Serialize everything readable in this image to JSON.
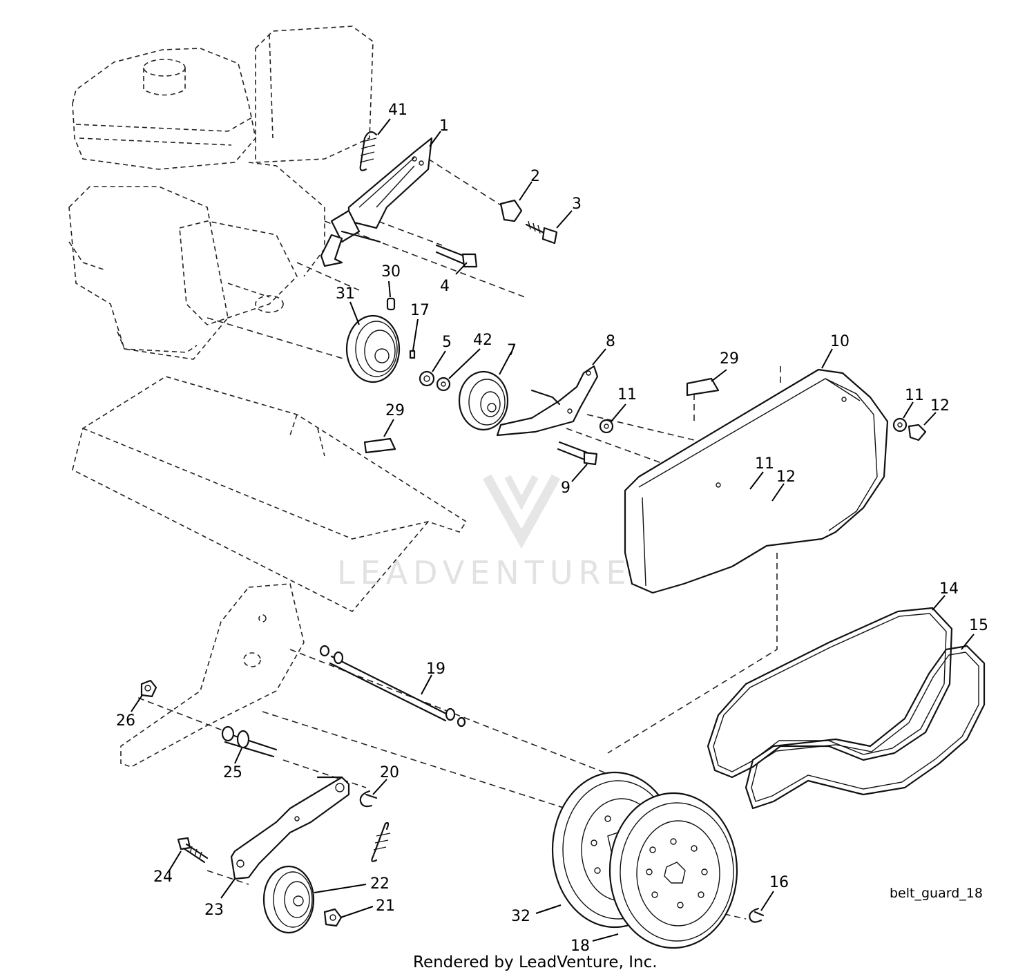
{
  "diagram_id": "belt_guard_18",
  "footer": "Rendered by LeadVenture, Inc.",
  "watermark": "LEADVENTURE",
  "callouts": [
    "1",
    "2",
    "3",
    "4",
    "5",
    "7",
    "8",
    "9",
    "10",
    "11",
    "11",
    "11",
    "12",
    "12",
    "14",
    "15",
    "16",
    "17",
    "18",
    "19",
    "20",
    "21",
    "22",
    "23",
    "24",
    "25",
    "26",
    "29",
    "29",
    "30",
    "31",
    "32",
    "41",
    "42"
  ]
}
